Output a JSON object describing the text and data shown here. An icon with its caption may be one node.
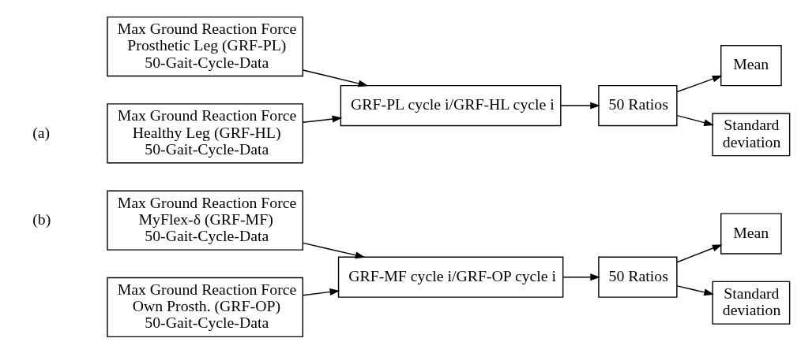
{
  "diagram": {
    "nodes": [
      {
        "text": [
          "Max Ground Reaction Force Prosthetic Leg (GRF-PL) 50-Gait-Cycle-Data"
        ]
      },
      {
        "text": [
          "Max Ground Reaction Force Healthy Leg (GRF-HL) 50-Gait-Cycle-Data"
        ]
      },
      {
        "text": [
          "GRF-PL cycle i/GRF-HL cycle i"
        ]
      },
      {
        "text": [
          "50 Ratios"
        ]
      },
      {
        "text": [
          "Mean"
        ]
      },
      {
        "text": [
          "Standard deviation"
        ]
      },
      {
        "text": [
          "Max Ground Reaction Force MyFlex-δ (GRF-MF) 50-Gait-Cycle-Data"
        ]
      },
      {
        "text": [
          "Max Ground Reaction Force Own Prosth. (GRF-OP) 50-Gait-Cycle-Data"
        ]
      },
      {
        "text": [
          "GRF-MF cycle i/GRF-OP cycle i"
        ]
      },
      {
        "text": [
          "50 Ratios"
        ]
      },
      {
        "text": [
          "Mean"
        ]
      },
      {
        "text": [
          "Standard deviation"
        ]
      }
    ],
    "edges": [
      {
        "from": 0,
        "to": 2,
        "arrow": "to"
      },
      {
        "from": 1,
        "to": 2,
        "arrow": "to"
      },
      {
        "from": 2,
        "to": 3,
        "arrow": "to"
      },
      {
        "from": 3,
        "to": 4,
        "arrow": "to"
      },
      {
        "from": 3,
        "to": 5,
        "arrow": "to"
      },
      {
        "from": 6,
        "to": 8,
        "arrow": "to"
      },
      {
        "from": 7,
        "to": 8,
        "arrow": "to"
      },
      {
        "from": 8,
        "to": 9,
        "arrow": "to"
      },
      {
        "from": 9,
        "to": 10,
        "arrow": "to"
      },
      {
        "from": 9,
        "to": 11,
        "arrow": "to"
      }
    ],
    "labels": [
      "(a)",
      "(b)"
    ]
  }
}
